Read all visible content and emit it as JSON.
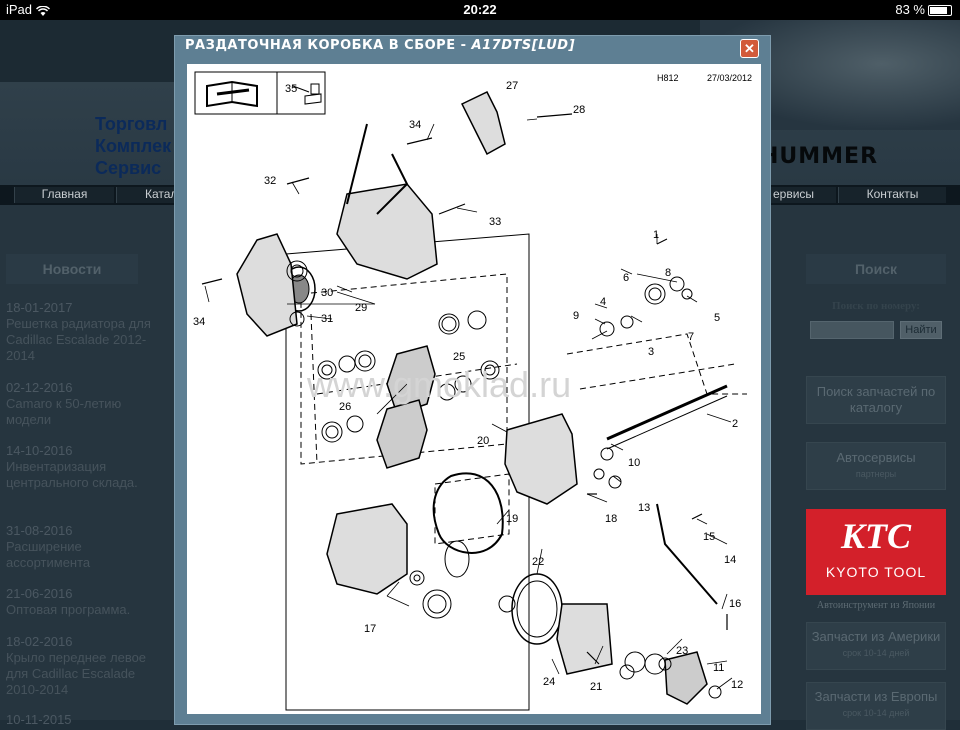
{
  "status_bar": {
    "device": "iPad",
    "time": "20:22",
    "battery": "83 %",
    "battery_level": 0.83
  },
  "header": {
    "company_lines": [
      "Торговл",
      "Комплек",
      "Сервис"
    ],
    "brand": "HUMMER"
  },
  "nav": {
    "items": [
      "Главная",
      "Катал",
      "ервисы",
      "Контакты"
    ]
  },
  "left_sidebar": {
    "title": "Новости",
    "news": [
      {
        "date": "18-01-2017",
        "text": "Решетка радиатора для Cadillac Escalade 2012-2014"
      },
      {
        "date": "02-12-2016",
        "text": "Camaro к 50-летию модели"
      },
      {
        "date": "14-10-2016",
        "text": "Инвентаризация центрального склада."
      },
      {
        "date": "31-08-2016",
        "text": "Расширение ассортимента"
      },
      {
        "date": "21-06-2016",
        "text": "Оптовая программа."
      },
      {
        "date": "18-02-2016",
        "text": "Крыло переднее левое для Cadillac Escalade 2010-2014"
      },
      {
        "date": "10-11-2015",
        "text": ""
      }
    ]
  },
  "right_sidebar": {
    "title": "Поиск",
    "search_label": "Поиск по номеру:",
    "search_button": "Найти",
    "search_value": "",
    "catalog_button": "Поиск запчастей по каталогу",
    "autoservice_button": "Автосервисы",
    "autoservice_sub": "партнеры",
    "ktc_logo": "KTC",
    "ktc_sub": "KYOTO TOOL",
    "ktc_caption": "Автоинструмент из Японии",
    "america_button": "Запчасти из Америки",
    "america_sub": "срок 10-14 дней",
    "europe_button": "Запчасти из Европы",
    "europe_sub": "срок 10-14 дней"
  },
  "modal": {
    "title": "РАЗДАТОЧНАЯ КОРОБКА В СБОРЕ - ",
    "title_code": "A17DTS[LUD]",
    "close_icon": "close-icon",
    "diagram": {
      "code": "H812",
      "date": "27/03/2012",
      "watermark": "www.gmoklad.ru",
      "callouts": [
        "1",
        "2",
        "3",
        "4",
        "5",
        "6",
        "7",
        "8",
        "9",
        "10",
        "11",
        "12",
        "13",
        "14",
        "15",
        "16",
        "17",
        "18",
        "19",
        "20",
        "21",
        "22",
        "23",
        "24",
        "25",
        "26",
        "27",
        "28",
        "29",
        "30",
        "31",
        "32",
        "33",
        "34",
        "34",
        "35"
      ]
    }
  },
  "colors": {
    "accent": "#0b2a5a",
    "modal_frame": "#5e7f93",
    "close": "#d25a3a",
    "ktc_red": "#d3202a"
  }
}
